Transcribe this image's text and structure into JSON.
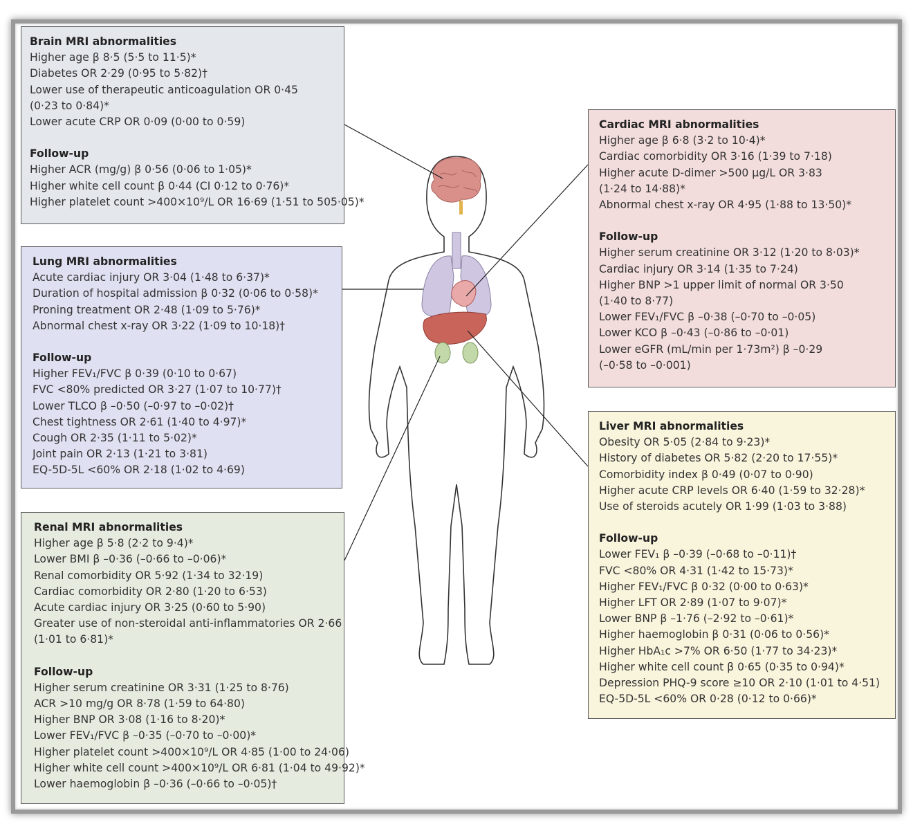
{
  "brain": {
    "title": "Brain MRI abnormalities",
    "items": [
      "Higher age β 8·5 (5·5 to 11·5)*",
      "Diabetes OR 2·29 (0·95 to 5·82)†",
      "Lower use of therapeutic anticoagulation OR 0·45",
      "(0·23 to 0·84)*",
      "Lower acute CRP OR 0·09 (0·00 to 0·59)"
    ],
    "followup_title": "Follow-up",
    "followup": [
      "Higher ACR (mg/g) β 0·56 (0·06 to 1·05)*",
      "Higher white cell count β 0·44 (CI 0·12 to 0·76)*",
      "Higher platelet count >400×10⁹/L OR 16·69 (1·51 to 505·05)*"
    ]
  },
  "lung": {
    "title": "Lung MRI abnormalities",
    "items": [
      "Acute cardiac injury OR 3·04 (1·48 to 6·37)*",
      "Duration of hospital admission β 0·32 (0·06 to 0·58)*",
      "Proning treatment OR 2·48 (1·09 to 5·76)*",
      "Abnormal chest x-ray OR 3·22 (1·09 to 10·18)†"
    ],
    "followup_title": "Follow-up",
    "followup": [
      "Higher FEV₁/FVC β 0·39 (0·10 to 0·67)",
      "FVC <80% predicted OR 3·27 (1·07 to 10·77)†",
      "Lower TLCO β –0·50 (–0·97 to –0·02)†",
      "Chest tightness OR 2·61 (1·40 to 4·97)*",
      "Cough OR 2·35 (1·11 to 5·02)*",
      "Joint pain OR 2·13 (1·21 to 3·81)",
      "EQ-5D-5L <60% OR 2·18 (1·02 to 4·69)"
    ]
  },
  "renal": {
    "title": "Renal MRI abnormalities",
    "items": [
      "Higher age β 5·8 (2·2 to 9·4)*",
      "Lower BMI β –0·36 (–0·66 to –0·06)*",
      "Renal comorbidity OR 5·92 (1·34 to 32·19)",
      "Cardiac comorbidity OR 2·80 (1·20 to 6·53)",
      "Acute cardiac injury OR 3·25 (0·60 to 5·90)",
      "Greater use of non-steroidal anti-inflammatories OR 2·66",
      "(1·01 to 6·81)*"
    ],
    "followup_title": "Follow-up",
    "followup": [
      "Higher serum creatinine OR 3·31 (1·25 to 8·76)",
      "ACR >10 mg/g OR 8·78 (1·59 to 64·80)",
      "Higher BNP OR 3·08 (1·16 to 8·20)*",
      "Lower FEV₁/FVC β –0·35 (–0·70 to –0·00)*",
      "Higher platelet count >400×10⁹/L OR 4·85 (1·00 to 24·06)",
      "Higher white cell count >400×10⁹/L OR 6·81 (1·04 to 49·92)*",
      "Lower haemoglobin β –0·36 (–0·66 to –0·05)†"
    ]
  },
  "cardiac": {
    "title": "Cardiac MRI abnormalities",
    "items": [
      "Higher age β 6·8 (3·2 to 10·4)*",
      "Cardiac comorbidity OR 3·16 (1·39 to 7·18)",
      "Higher acute D-dimer >500 μg/L OR 3·83",
      "(1·24 to 14·88)*",
      "Abnormal chest x-ray OR 4·95 (1·88 to 13·50)*"
    ],
    "followup_title": "Follow-up",
    "followup": [
      "Higher serum creatinine OR 3·12 (1·20 to 8·03)*",
      "Cardiac injury OR 3·14 (1·35 to 7·24)",
      "Higher BNP >1 upper limit of normal OR 3·50",
      "(1·40 to 8·77)",
      "Lower FEV₁/FVC β –0·38 (–0·70 to –0·05)",
      "Lower KCO β –0·43 (–0·86 to –0·01)",
      "Lower eGFR (mL/min per 1·73m²) β –0·29",
      "(–0·58 to –0·001)"
    ]
  },
  "liver": {
    "title": "Liver MRI abnormalities",
    "items": [
      "Obesity OR 5·05 (2·84 to 9·23)*",
      "History of diabetes OR 5·82 (2·20 to 17·55)*",
      "Comorbidity index β 0·49 (0·07 to 0·90)",
      "Higher acute CRP levels OR 6·40 (1·59 to 32·28)*",
      "Use of steroids acutely OR 1·99 (1·03 to 3·88)"
    ],
    "followup_title": "Follow-up",
    "followup": [
      "Lower FEV₁ β –0·39 (–0·68 to –0·11)†",
      "FVC <80% OR 4·31 (1·42 to 15·73)*",
      "Higher FEV₁/FVC β 0·32 (0·00 to 0·63)*",
      "Higher LFT OR 2·89 (1·07 to 9·07)*",
      "Lower BNP β –1·76 (–2·92 to –0·61)*",
      "Higher haemoglobin β 0·31 (0·06 to 0·56)*",
      "Higher HbA₁c >7% OR 6·50 (1·77 to 34·23)*",
      "Higher white cell count β 0·65 (0·35 to 0·94)*",
      "Depression PHQ-9 score ≥10 OR 2·10 (1·01 to 4·51)",
      "EQ-5D-5L <60% OR 0·28 (0·12 to 0·66)*"
    ]
  },
  "colors": {
    "brain_panel": "#e4e7ec",
    "lung_panel": "#dfe0f1",
    "renal_panel": "#e6ebdf",
    "cardiac_panel": "#f2dcdc",
    "liver_panel": "#f9f4dc",
    "brain_organ": "#d98f8a",
    "lung_organ": "#cfc6e2",
    "heart_organ": "#e9a9a9",
    "liver_organ": "#c8645a",
    "kidney_organ": "#c3d8a8"
  }
}
